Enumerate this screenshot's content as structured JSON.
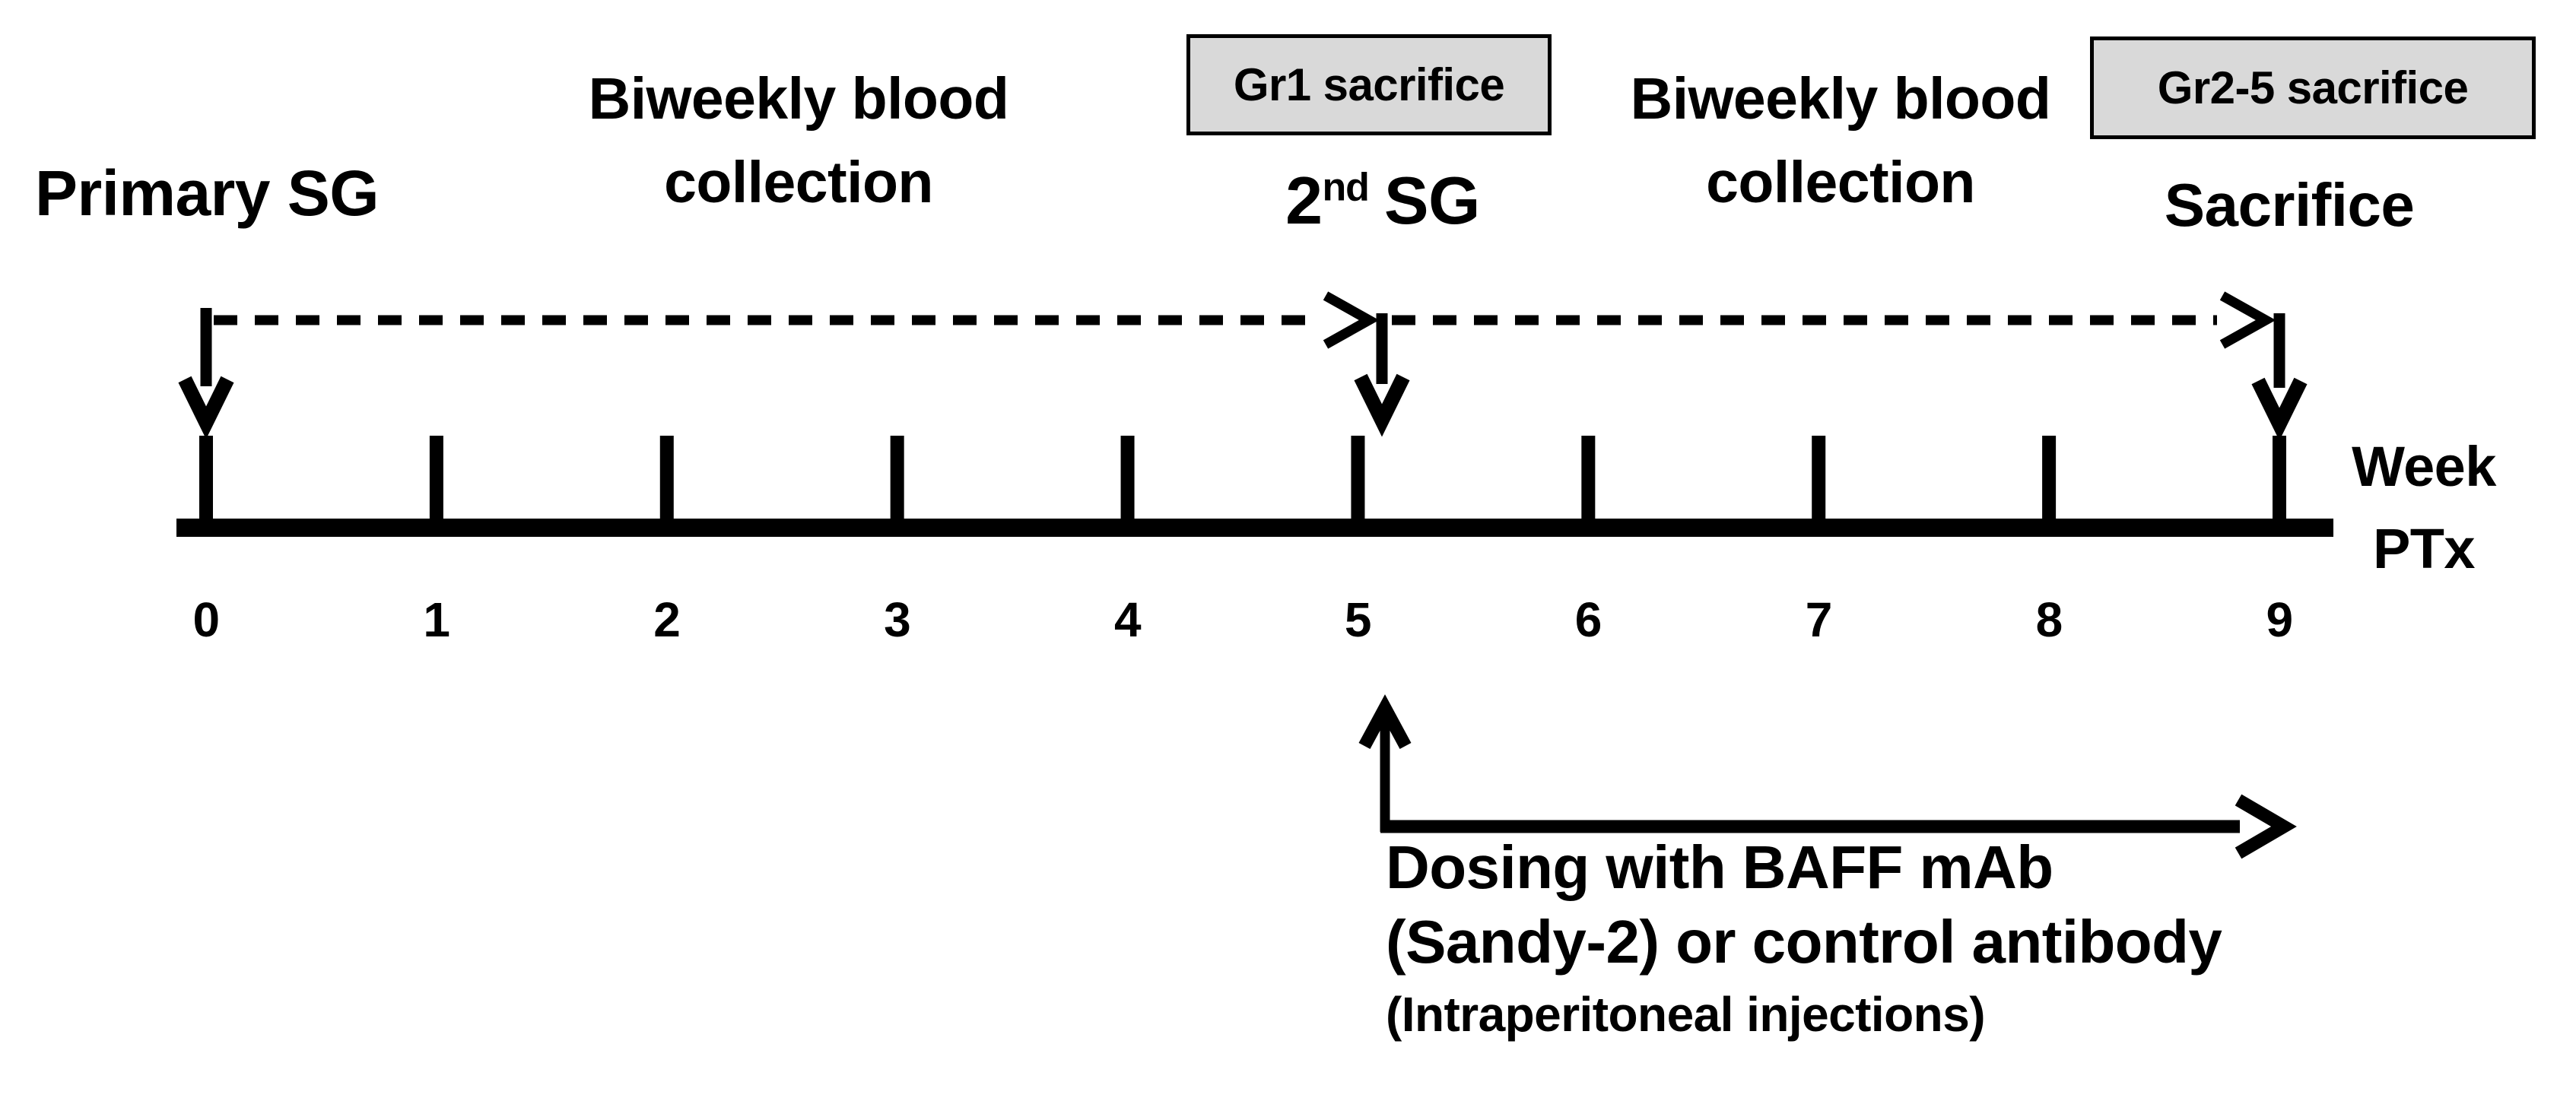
{
  "colors": {
    "background": "#ffffff",
    "ink": "#000000",
    "box_fill": "#d9d9d9"
  },
  "labels": {
    "primary_sg": "Primary SG",
    "biweekly_blood_1": "Biweekly blood collection",
    "gr1_sacrifice_box": "Gr1 sacrifice",
    "second_sg": {
      "base": "2",
      "sup": "nd",
      "rest": "SG"
    },
    "biweekly_blood_2": "Biweekly blood collection",
    "gr2_5_sacrifice_box": "Gr2-5 sacrifice",
    "sacrifice": "Sacrifice",
    "axis_week": "Week",
    "axis_ptx": "PTx"
  },
  "timeline": {
    "week_labels": [
      "0",
      "1",
      "2",
      "3",
      "4",
      "5",
      "6",
      "7",
      "8",
      "9"
    ]
  },
  "dosing": {
    "line1": "Dosing with BAFF mAb",
    "line2": "(Sandy-2) or control antibody",
    "line3": "(Intraperitoneal injections)"
  }
}
